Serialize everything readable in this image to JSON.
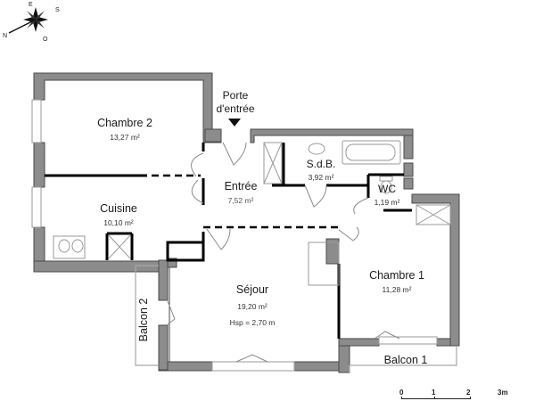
{
  "compass": {
    "icon": "compass-rose-icon",
    "labels": {
      "north": "N",
      "south": "S",
      "east": "E",
      "west": "O"
    }
  },
  "entrance": {
    "label_line1": "Porte",
    "label_line2": "d'entrée",
    "icon": "arrow-down-icon"
  },
  "rooms": [
    {
      "id": "chambre2",
      "name": "Chambre 2",
      "area": "13,27 m²"
    },
    {
      "id": "cuisine",
      "name": "Cuisine",
      "area": "10,10 m²"
    },
    {
      "id": "entree",
      "name": "Entrée",
      "area": "7,52 m²"
    },
    {
      "id": "sdb",
      "name": "S.d.B.",
      "area": "3,92 m²"
    },
    {
      "id": "wc",
      "name": "WC",
      "area": "1,19 m²"
    },
    {
      "id": "sejour",
      "name": "Séjour",
      "area": "19,20 m²",
      "extra": "Hsp = 2,70 m"
    },
    {
      "id": "chambre1",
      "name": "Chambre 1",
      "area": "11,28 m²"
    }
  ],
  "balconies": [
    {
      "id": "balcon1",
      "name": "Balcon 1"
    },
    {
      "id": "balcon2",
      "name": "Balcon 2"
    }
  ],
  "scale": {
    "ticks": [
      "0",
      "1",
      "2",
      "3m"
    ]
  }
}
